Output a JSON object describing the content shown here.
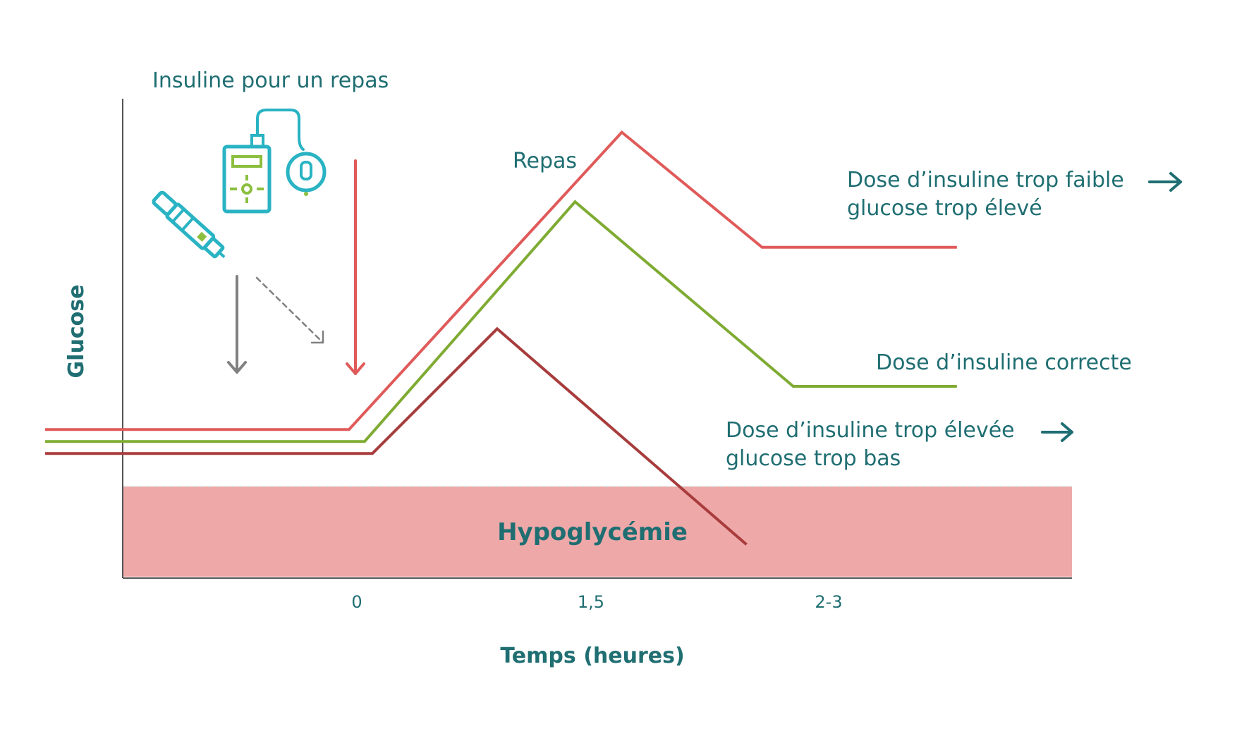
{
  "colors": {
    "teal_text": "#1f6e72",
    "axis": "#555555",
    "high": "#e05a5a",
    "correct": "#7fab33",
    "low": "#a83c3c",
    "hypo_band": "#efa8a8",
    "device_teal": "#29b3c3",
    "device_green": "#8cbf3f",
    "arrow_gray": "#808080",
    "arrow_red": "#e05a5a"
  },
  "icons": [
    "insulin-pen-icon",
    "insulin-pump-icon"
  ],
  "chart_data": {
    "type": "line",
    "xlabel": "Temps (heures)",
    "ylabel": "Glucose",
    "x_ticks": [
      "0",
      "1,5",
      "2-3"
    ],
    "grid": false,
    "band": {
      "label": "Hypoglycémie"
    },
    "annotations": {
      "insulin": "Insuline pour un repas",
      "meal": "Repas"
    },
    "series": [
      {
        "key": "high",
        "name_lines": [
          "Dose d’insuline trop faible",
          "glucose trop élevé"
        ],
        "arrow": "→",
        "points": [
          [
            -2,
            0.31
          ],
          [
            -0.05,
            0.31
          ],
          [
            1.7,
            0.93
          ],
          [
            2.6,
            0.69
          ],
          [
            3.85,
            0.69
          ]
        ]
      },
      {
        "key": "correct",
        "name_lines": [
          "Dose d’insuline correcte"
        ],
        "arrow": "",
        "points": [
          [
            -2,
            0.285
          ],
          [
            0.05,
            0.285
          ],
          [
            1.4,
            0.785
          ],
          [
            2.8,
            0.4
          ],
          [
            3.85,
            0.4
          ]
        ]
      },
      {
        "key": "low",
        "name_lines": [
          "Dose d’insuline trop élevée",
          "glucose trop bas"
        ],
        "arrow": "→",
        "points": [
          [
            -2,
            0.26
          ],
          [
            0.1,
            0.26
          ],
          [
            0.9,
            0.52
          ],
          [
            2.5,
            0.07
          ]
        ]
      }
    ]
  }
}
